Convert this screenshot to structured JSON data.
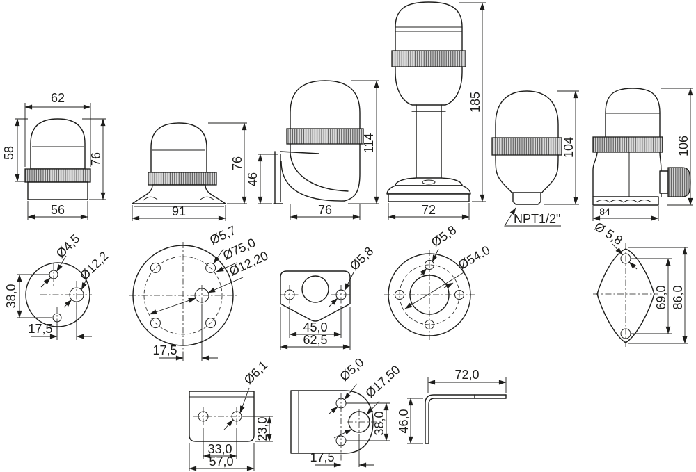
{
  "drawing": {
    "background_color": "#ffffff",
    "line_color": "#1d1d1b",
    "products": {
      "compact": {
        "w_top": "62",
        "h_dome": "58",
        "h_total": "76",
        "w_base": "56"
      },
      "flanged": {
        "h_total": "76",
        "w_base": "91"
      },
      "wall": {
        "h_bracket": "46",
        "h_total": "114",
        "w_body": "76"
      },
      "pole": {
        "h_total": "185",
        "w_base": "72"
      },
      "threaded": {
        "h_total": "104",
        "thread": "NPT1/2\""
      },
      "gland": {
        "h_total": "106",
        "w_base": "84"
      }
    },
    "patterns": {
      "p1": {
        "d_small": "Ø4,5",
        "d_large": "Ø12,2",
        "v_spacing": "38,0",
        "h_offset": "17,5"
      },
      "p2": {
        "d_small": "Ø5,7",
        "d_bolt": "Ø75,0",
        "d_large": "Ø12,20",
        "h_offset": "17,5"
      },
      "p3": {
        "d_hole": "Ø5,8",
        "spacing": "45,0",
        "width": "62,5"
      },
      "p4": {
        "d_hole": "Ø5,8",
        "d_bolt": "Ø54,0"
      },
      "p5": {
        "d_hole": "Ø 5,8",
        "spacing": "69,0",
        "height": "86,0"
      }
    },
    "brackets": {
      "b1": {
        "d_hole": "Ø6,1",
        "spacing": "33,0",
        "width": "57,0",
        "hole_height": "23,0"
      },
      "b2": {
        "d_small": "Ø5,0",
        "d_large": "Ø17,50",
        "v_spacing": "38,0",
        "h_offset": "17,5"
      },
      "b3": {
        "arm_length": "72,0",
        "leg_height": "46,0"
      }
    }
  }
}
